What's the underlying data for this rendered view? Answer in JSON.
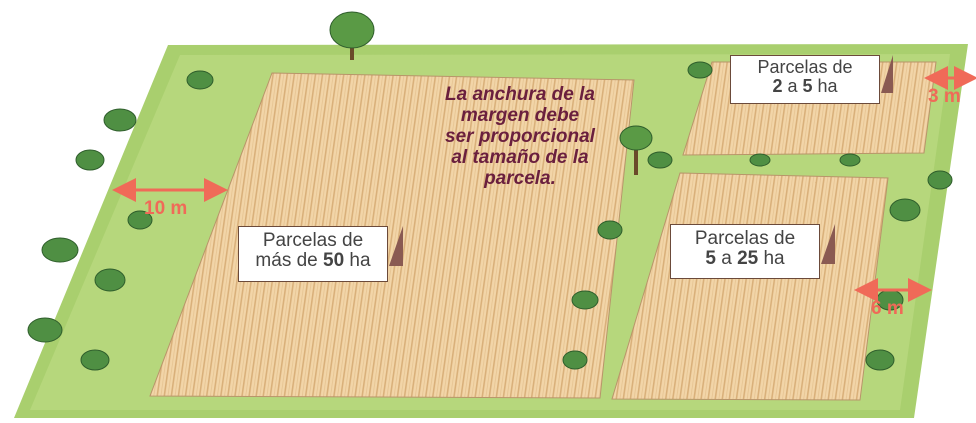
{
  "caption": {
    "lines": [
      "La anchura de la",
      "margen debe",
      "ser proporcional",
      "al tamaño de la",
      "parcela."
    ]
  },
  "signs": {
    "large": {
      "line1": "Parcelas de",
      "line2_prefix": "más de ",
      "line2_number": "50",
      "line2_suffix": " ha"
    },
    "medium": {
      "line1": "Parcelas de",
      "line2_number_a": "5",
      "line2_mid": " a ",
      "line2_number_b": "25",
      "line2_suffix": " ha"
    },
    "small": {
      "line1": "Parcelas de",
      "line2_number_a": "2",
      "line2_mid": " a ",
      "line2_number_b": "5",
      "line2_suffix": " ha"
    }
  },
  "margins": {
    "large": "10 m",
    "medium": "6 m",
    "small": "3 m"
  },
  "colors": {
    "field": "#f2d5a8",
    "field_stripe": "#d9b07a",
    "vegetation": "#a9cf6e",
    "vegetation_dark": "#3f7a3a",
    "arrow": "#f06a58",
    "caption": "#6a1f3e"
  }
}
